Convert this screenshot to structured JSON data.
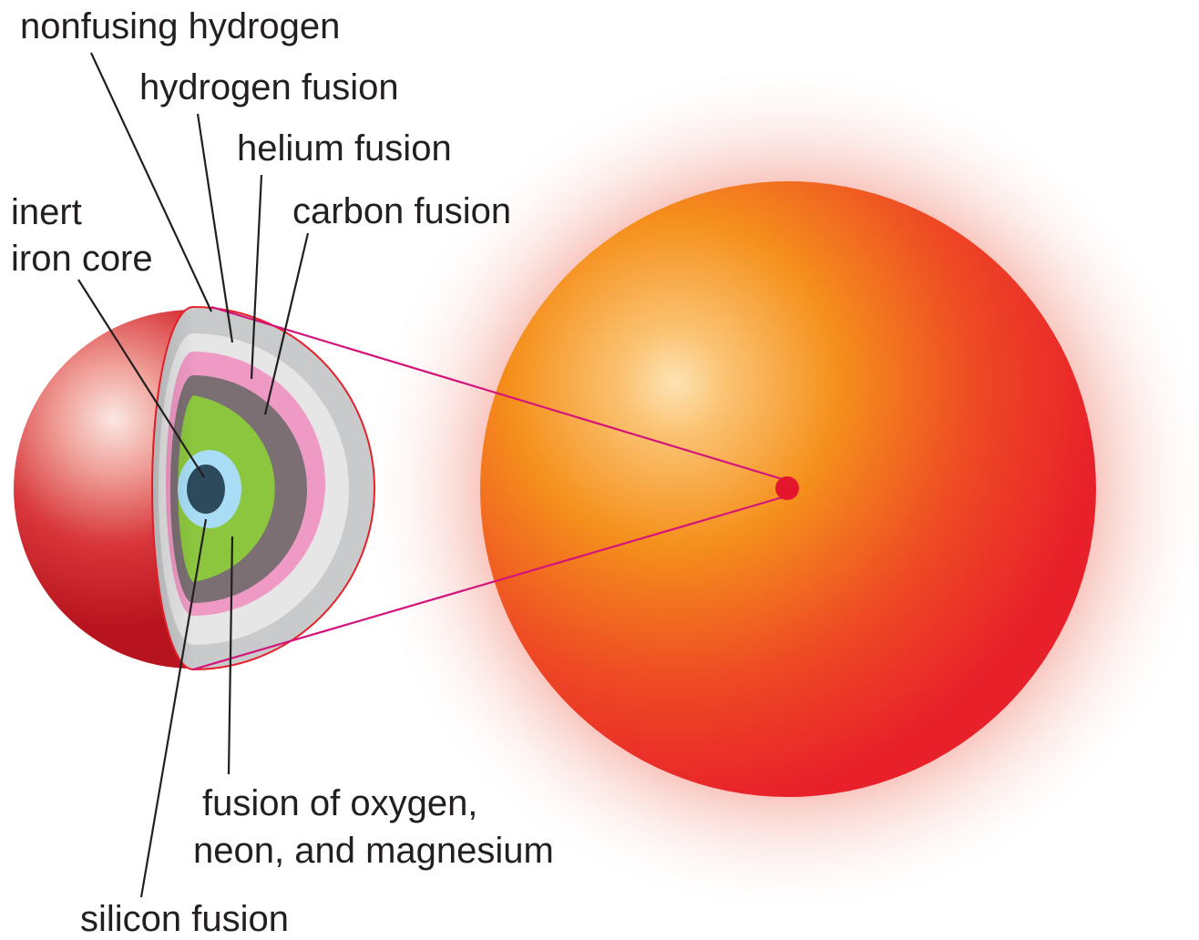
{
  "labels": {
    "nonfusing_hydrogen": "nonfusing hydrogen",
    "hydrogen_fusion": "hydrogen fusion",
    "helium_fusion": "helium fusion",
    "carbon_fusion": "carbon fusion",
    "inert_iron_core_line1": "inert",
    "inert_iron_core_line2": "iron core",
    "oxygen_neon_magnesium_line1": "fusion of oxygen,",
    "oxygen_neon_magnesium_line2": "neon, and magnesium",
    "silicon_fusion": "silicon fusion"
  },
  "colors": {
    "star_outer_red": "#e8202a",
    "star_mid_orange": "#f5901c",
    "star_center_cream": "#fde3b4",
    "glow_pink": "#f8c3bb",
    "core_dot_red": "#e3162b",
    "zoom_line_magenta": "#d4147a",
    "nonfusing_hydrogen_shell": "#c9cacc",
    "hydrogen_fusion_shell": "#e6e6e7",
    "helium_fusion_shell": "#ee9ac4",
    "carbon_fusion_shell": "#7b6f73",
    "oxygen_neon_magnesium_shell": "#8cc63f",
    "silicon_fusion_shell": "#a8ddf5",
    "iron_core": "#2c4a5c"
  }
}
